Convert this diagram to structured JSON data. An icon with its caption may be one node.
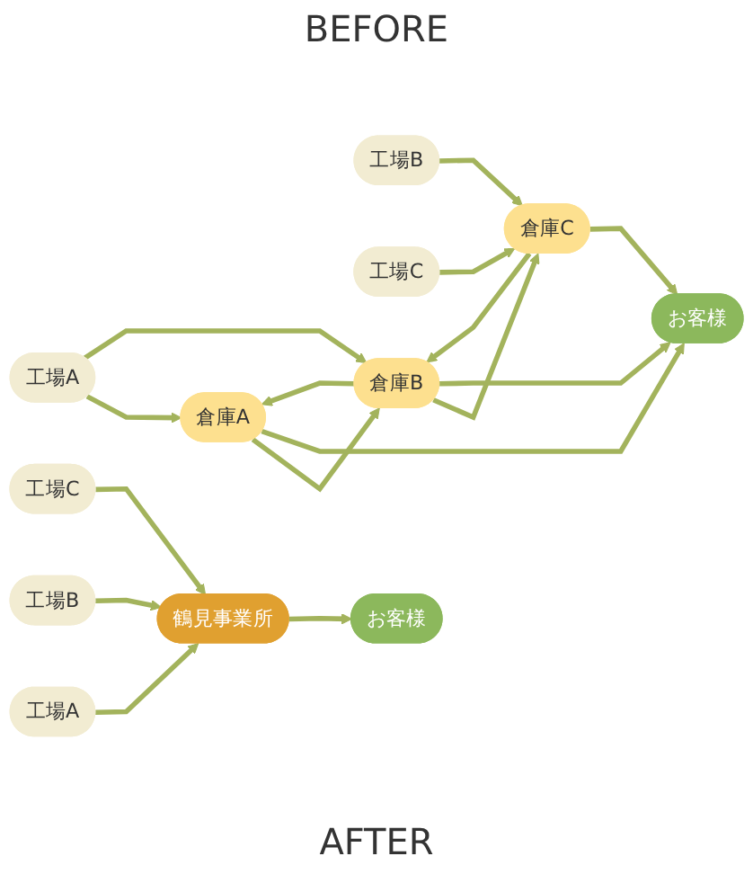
{
  "diagram": {
    "nodes": [
      {
        "text": [
          "工場A"
        ]
      },
      {
        "text": [
          "工場B"
        ]
      },
      {
        "text": [
          "工場C"
        ]
      },
      {
        "text": [
          "倉庫A"
        ]
      },
      {
        "text": [
          "倉庫B"
        ]
      },
      {
        "text": [
          "倉庫C"
        ]
      },
      {
        "text": [
          "お客様"
        ]
      },
      {
        "text": [
          "工場A"
        ]
      },
      {
        "text": [
          "工場B"
        ]
      },
      {
        "text": [
          "工場C"
        ]
      },
      {
        "text": [
          "鶴見事業所"
        ]
      },
      {
        "text": [
          "お客様"
        ]
      }
    ],
    "edges": [
      {
        "from": 0,
        "to": 3,
        "arrow": "to"
      },
      {
        "from": 0,
        "to": 4,
        "arrow": "to"
      },
      {
        "from": 1,
        "to": 5,
        "arrow": "to"
      },
      {
        "from": 2,
        "to": 5,
        "arrow": "to"
      },
      {
        "from": 4,
        "to": 3,
        "arrow": "to"
      },
      {
        "from": 3,
        "to": 4,
        "arrow": "to"
      },
      {
        "from": 5,
        "to": 4,
        "arrow": "to"
      },
      {
        "from": 4,
        "to": 5,
        "arrow": "to"
      },
      {
        "from": 3,
        "to": 6,
        "arrow": "to"
      },
      {
        "from": 4,
        "to": 6,
        "arrow": "to"
      },
      {
        "from": 5,
        "to": 6,
        "arrow": "to"
      },
      {
        "from": 7,
        "to": 10,
        "arrow": "to"
      },
      {
        "from": 8,
        "to": 10,
        "arrow": "to"
      },
      {
        "from": 9,
        "to": 10,
        "arrow": "to"
      },
      {
        "from": 10,
        "to": 11,
        "arrow": "to"
      }
    ],
    "labels": [
      "BEFORE",
      "AFTER"
    ]
  }
}
